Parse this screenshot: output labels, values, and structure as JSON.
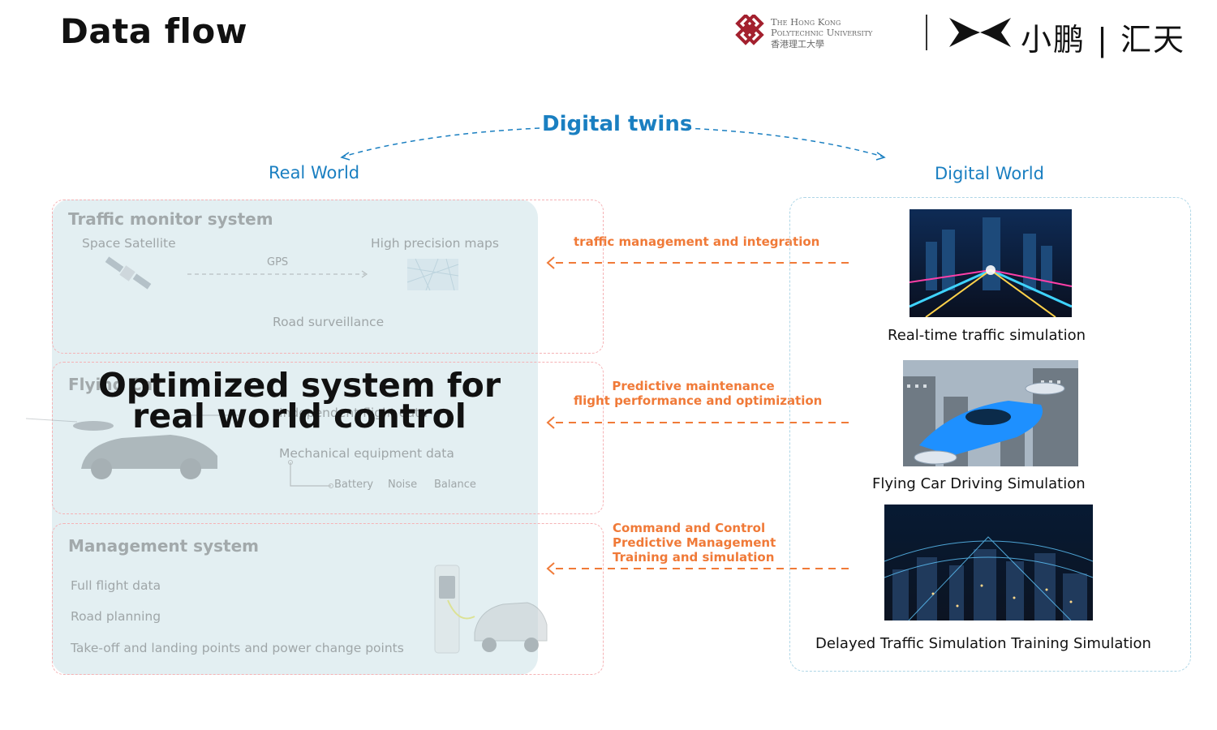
{
  "page": {
    "title": "Data flow"
  },
  "logos": {
    "polyu": {
      "line1": "The Hong Kong",
      "line2": "Polytechnic University",
      "line3": "香港理工大學"
    },
    "xpeng": {
      "text": "小鹏 | 汇天"
    }
  },
  "diagram": {
    "digital_twins_label": "Digital twins",
    "real_world_label": "Real World",
    "digital_world_label": "Digital World",
    "overlay_title_line1": "Optimized system for",
    "overlay_title_line2": "real world control",
    "traffic_system": {
      "title": "Traffic monitor system",
      "space_satellite": "Space Satellite",
      "high_precision_maps": "High precision maps",
      "gps": "GPS",
      "road_surveillance": "Road surveillance"
    },
    "flying_car": {
      "title": "Flying Car",
      "independent_flight_data": "Independent flight data",
      "mechanical_equipment_data": "Mechanical equipment data",
      "battery": "Battery",
      "noise": "Noise",
      "balance": "Balance"
    },
    "management_system": {
      "title": "Management system",
      "full_flight_data": "Full flight data",
      "road_planning": "Road planning",
      "takeoff_landing": "Take-off and landing points and power change points"
    },
    "arrows": {
      "arrow1": [
        "traffic management and integration"
      ],
      "arrow2": [
        "Predictive maintenance",
        "flight performance and optimization"
      ],
      "arrow3": [
        "Command and Control",
        "Predictive Management",
        "Training and simulation"
      ]
    },
    "simulations": [
      {
        "caption": "Real-time traffic simulation"
      },
      {
        "caption": "Flying Car Driving Simulation"
      },
      {
        "caption": "Delayed Traffic Simulation Training Simulation"
      }
    ],
    "colors": {
      "heading_blue": "#1a7fc1",
      "arrow_orange": "#f07a38",
      "panel_bg": "#e3eff2",
      "real_box_dash": "#f5b2b5",
      "digital_box_dash": "#aed6e6"
    }
  }
}
